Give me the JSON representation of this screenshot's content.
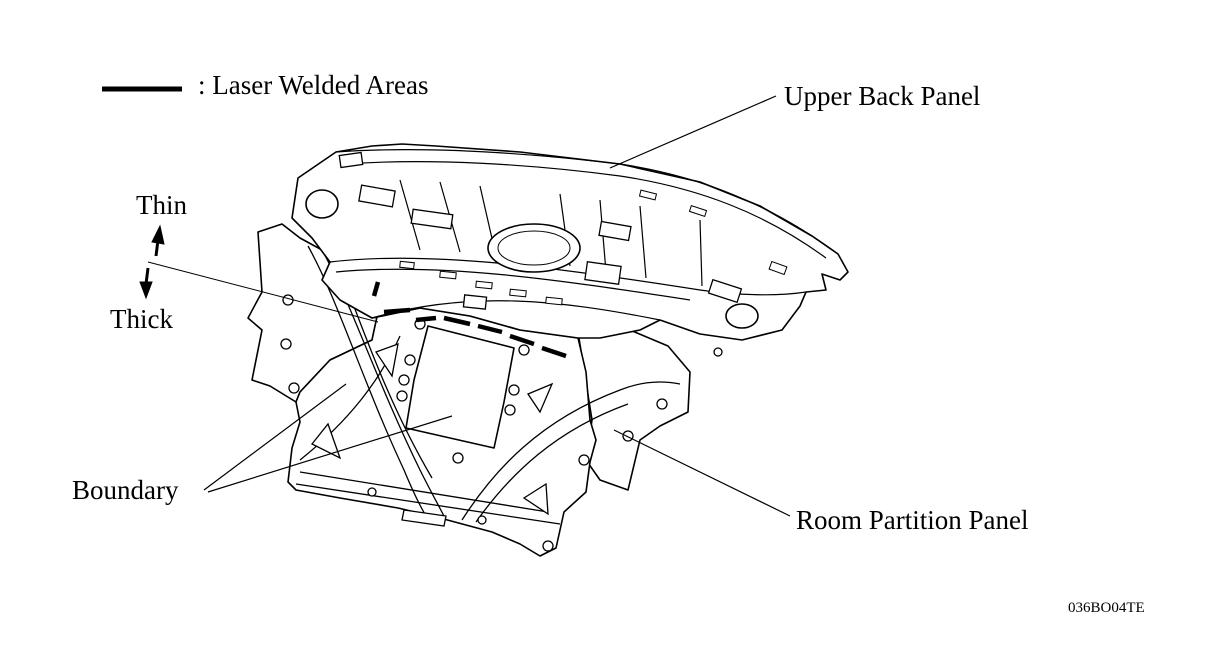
{
  "legend": {
    "text": ": Laser Welded Areas"
  },
  "labels": {
    "upper_back_panel": "Upper Back Panel",
    "thin": "Thin",
    "thick": "Thick",
    "boundary": "Boundary",
    "room_partition_panel": "Room Partition Panel"
  },
  "figure_code": "036BO04TE",
  "colors": {
    "line": "#000000",
    "background": "#ffffff"
  }
}
